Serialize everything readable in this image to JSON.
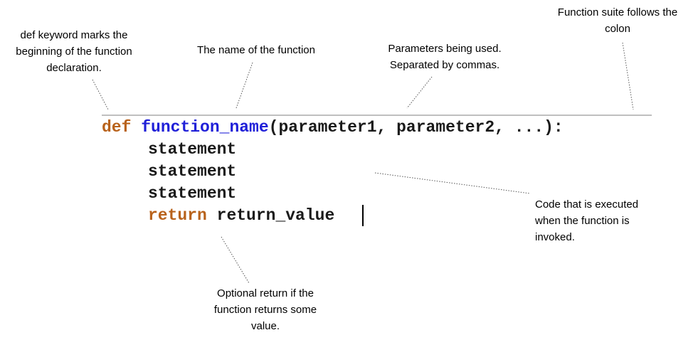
{
  "annotations": {
    "def_note": "def keyword marks the\nbeginning of the function\ndeclaration.",
    "name_note": "The name of the function",
    "params_note": "Parameters being used.\nSeparated by commas.",
    "suite_note": "Function suite follows the\ncolon",
    "body_note": "Code that is executed\nwhen the function is\ninvoked.",
    "return_note": "Optional return if the\nfunction returns some\nvalue."
  },
  "code": {
    "def_keyword": "def",
    "function_name": "function_name",
    "signature_rest": "(parameter1, parameter2, ...):",
    "statements": [
      "statement",
      "statement",
      "statement"
    ],
    "return_keyword": "return",
    "return_value": "return_value"
  },
  "colors": {
    "keyword": "#b8621b",
    "function_name": "#2020d8",
    "code_text": "#1a1a1a",
    "leader_line": "#555555",
    "rule_line": "#999999"
  }
}
